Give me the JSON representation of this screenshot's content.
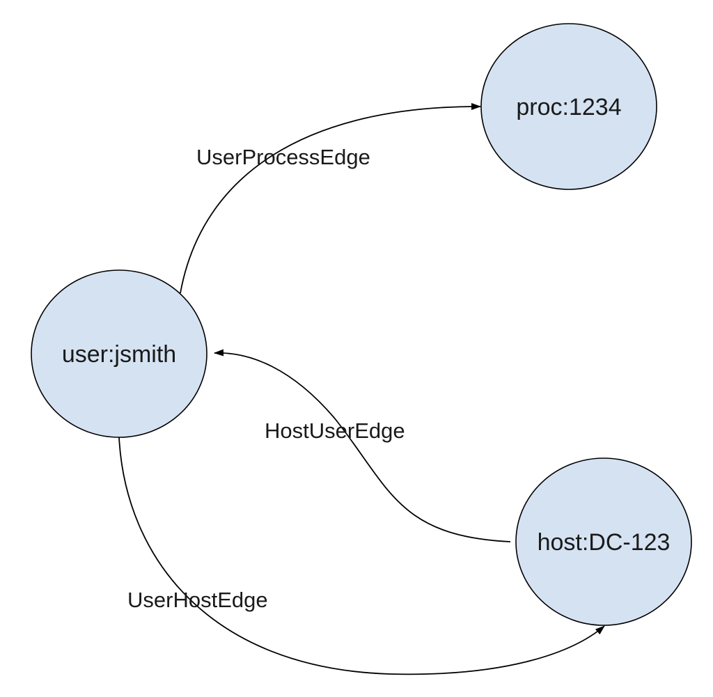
{
  "colors": {
    "node_fill": "#d5e2f2",
    "stroke": "#000000",
    "text": "#1a1a1a",
    "background": "#ffffff"
  },
  "nodes": {
    "proc": {
      "label": "proc:1234"
    },
    "user": {
      "label": "user:jsmith"
    },
    "host": {
      "label": "host:DC-123"
    }
  },
  "edges": {
    "user_process": {
      "label": "UserProcessEdge",
      "from": "user:jsmith",
      "to": "proc:1234"
    },
    "host_user": {
      "label": "HostUserEdge",
      "from": "host:DC-123",
      "to": "user:jsmith"
    },
    "user_host": {
      "label": "UserHostEdge",
      "from": "user:jsmith",
      "to": "host:DC-123"
    }
  }
}
